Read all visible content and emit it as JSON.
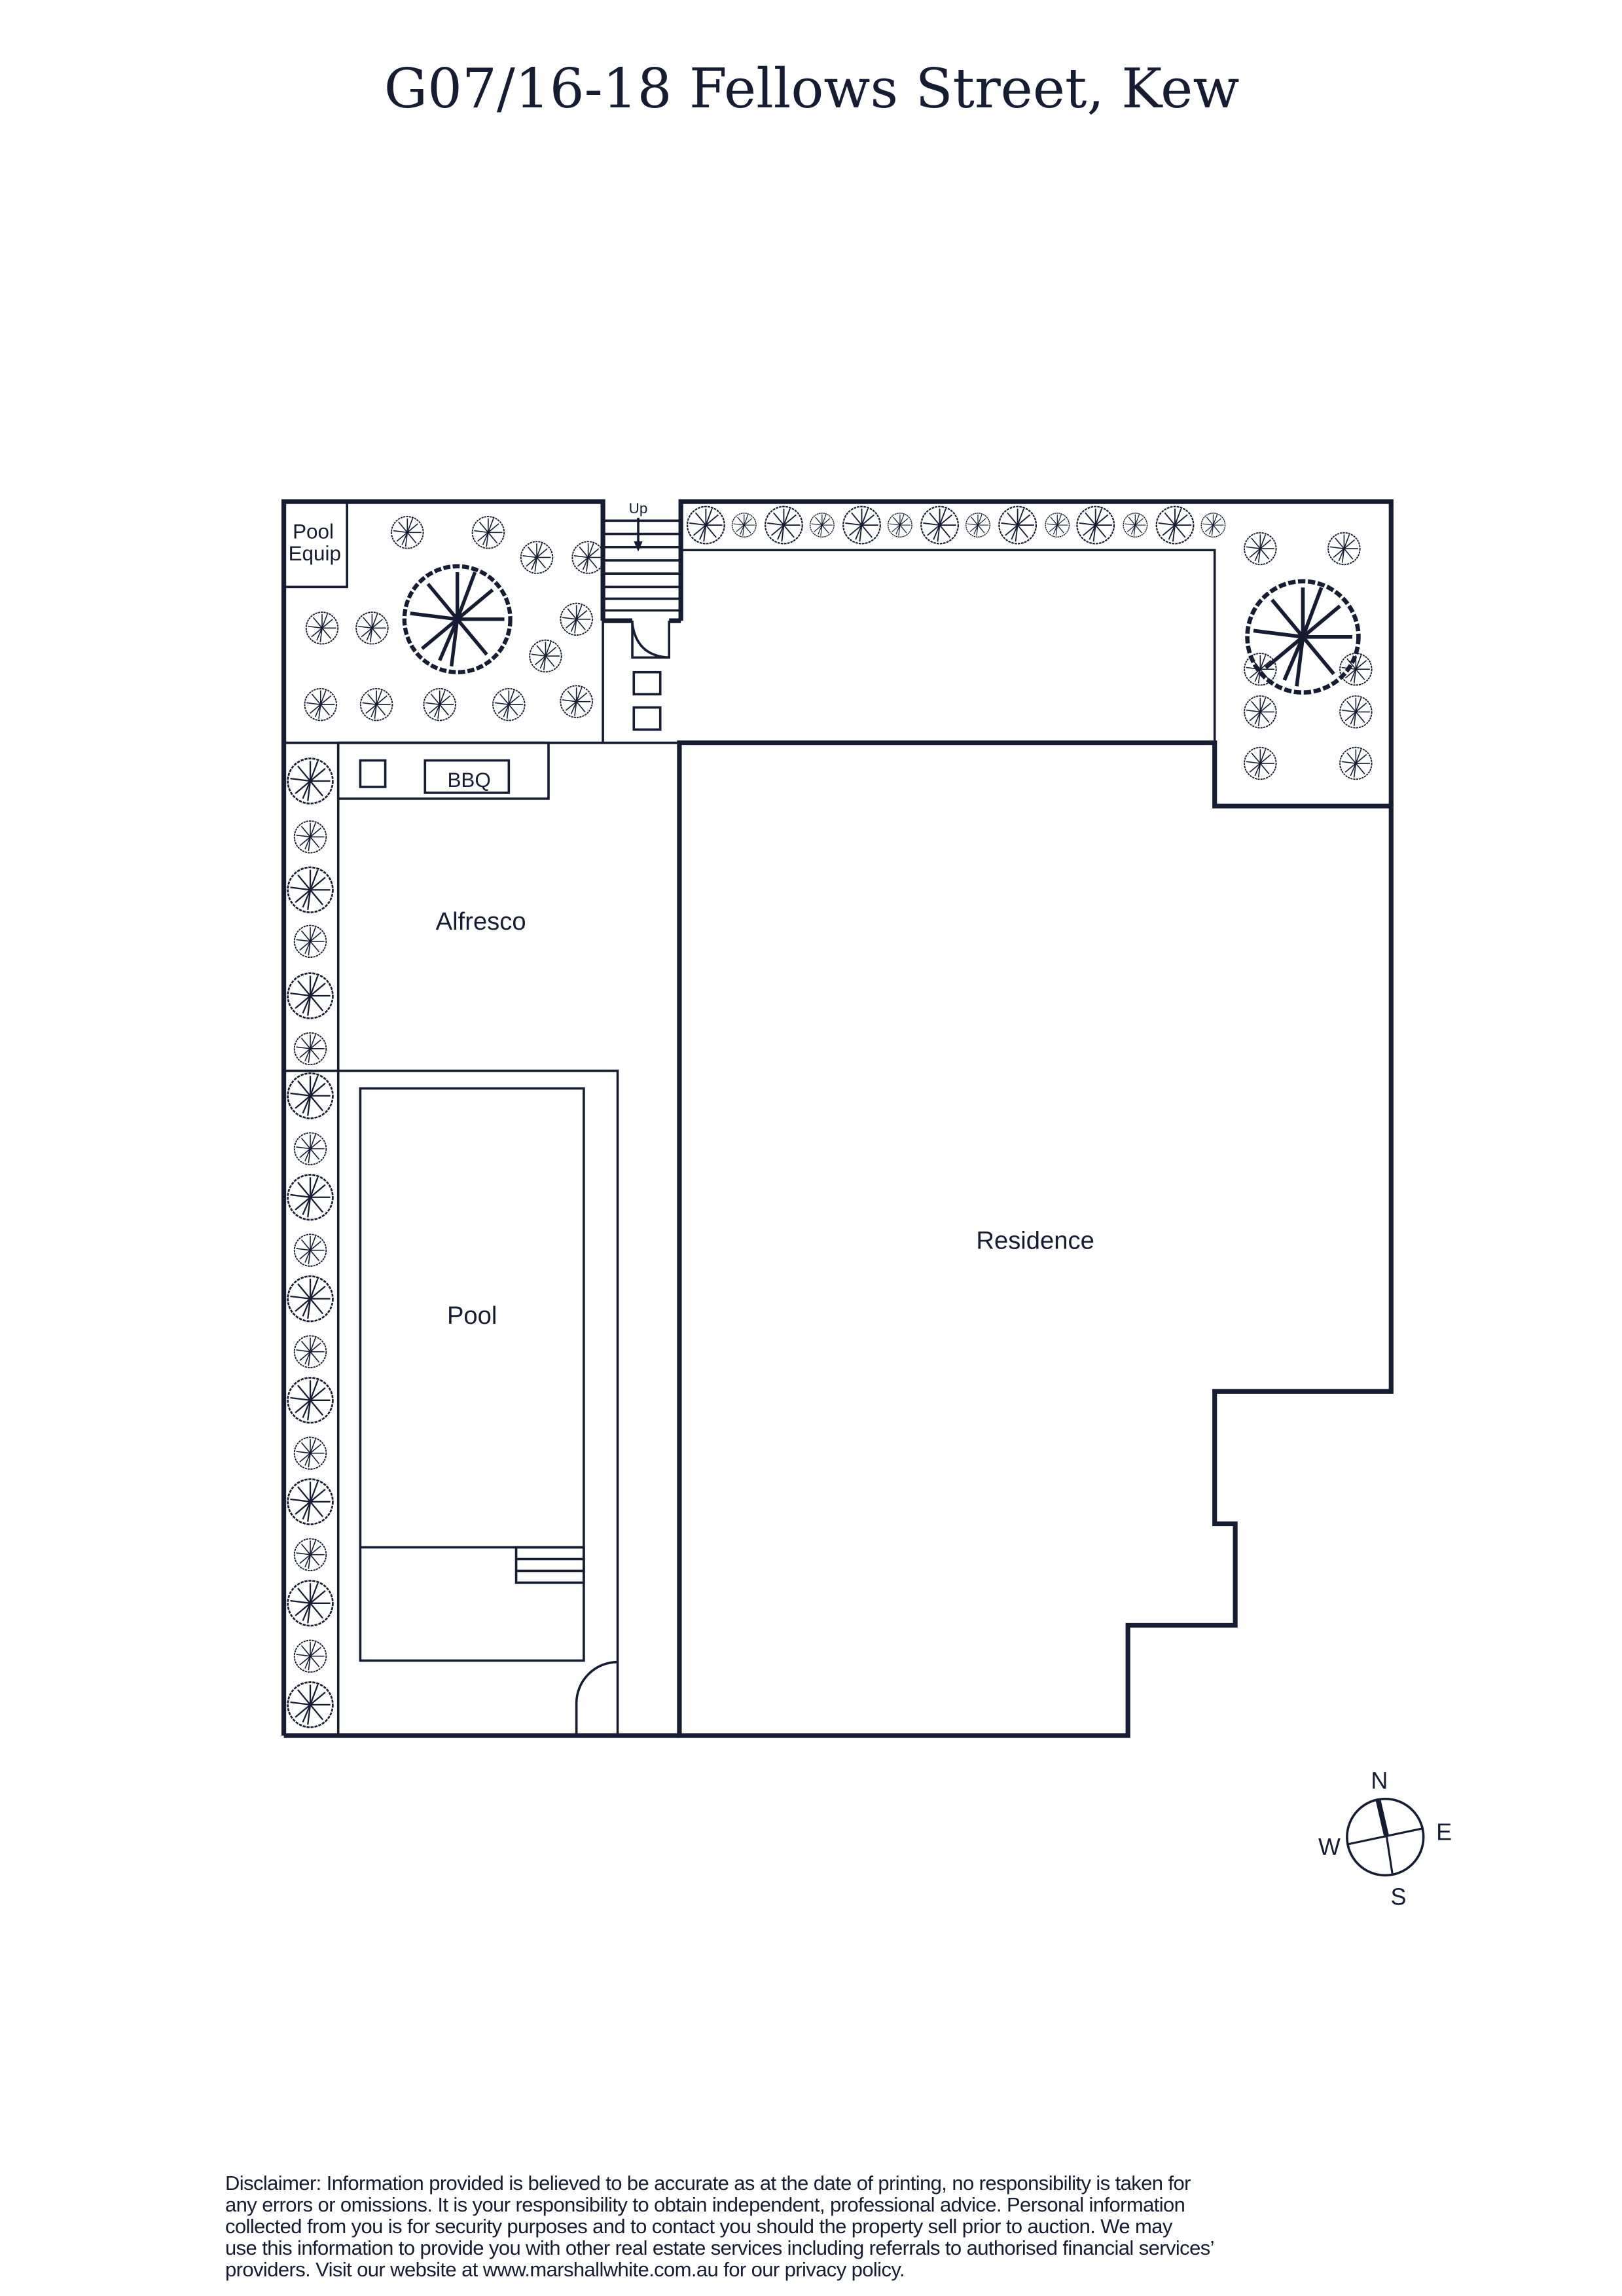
{
  "header": {
    "title": "G07/16-18 Fellows Street, Kew"
  },
  "plan": {
    "labels": {
      "pool_equip_1": "Pool",
      "pool_equip_2": "Equip",
      "stairs": "Up",
      "bbq": "BBQ",
      "alfresco": "Alfresco",
      "pool": "Pool",
      "residence": "Residence"
    }
  },
  "compass": {
    "n": "N",
    "e": "E",
    "s": "S",
    "w": "W"
  },
  "disclaimer": {
    "lines": [
      "Disclaimer: Information provided is believed to be accurate as at the date of printing, no responsibility is taken for",
      "any errors or omissions. It is your responsibility to obtain independent, professional advice. Personal information",
      "collected from you is for security purposes and to contact you should the property sell prior to auction. We may",
      "use this information to provide you with other real estate services including referrals to authorised financial services’",
      "providers. Visit our website at www.marshallwhite.com.au for our privacy policy."
    ]
  },
  "colors": {
    "ink": "#161d33",
    "background": "#ffffff"
  }
}
